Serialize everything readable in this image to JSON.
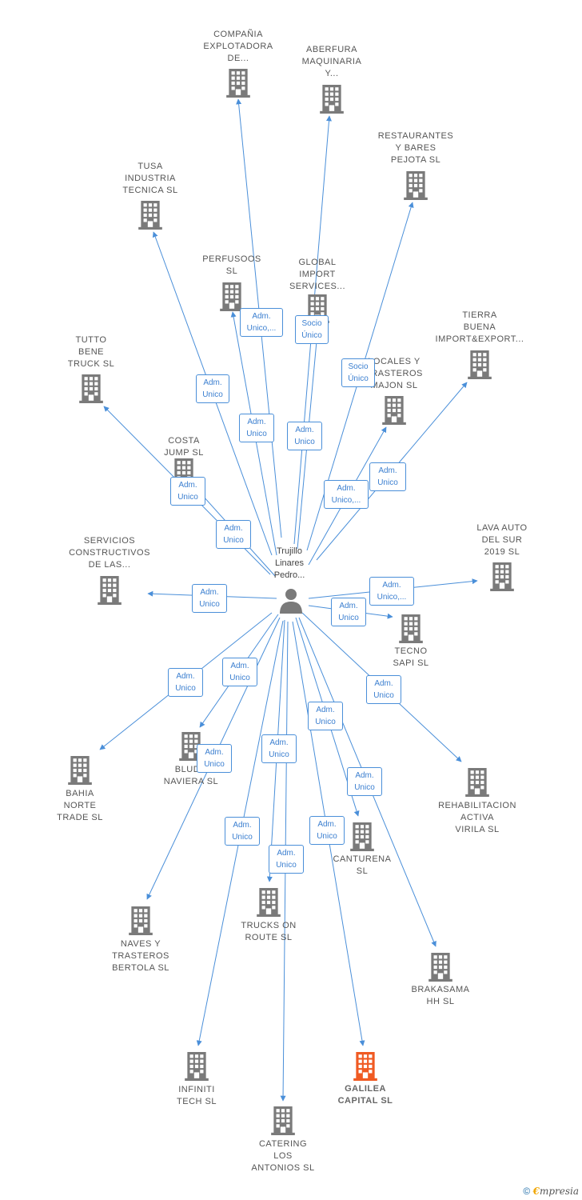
{
  "colors": {
    "edge": "#4a8fd9",
    "building": "#7a7a7a",
    "highlight": "#f05a22",
    "person": "#7a7a7a"
  },
  "center": {
    "name": "Trujillo\nLinares\nPedro...",
    "icon": "person-icon"
  },
  "nodes": [
    {
      "id": "compania",
      "label": "COMPAÑIA\nEXPLOTADORA\nDE...",
      "icon": "building-icon"
    },
    {
      "id": "aberfura",
      "label": "ABERFURA\nMAQUINARIA\nY...",
      "icon": "building-icon"
    },
    {
      "id": "restaurantes",
      "label": "RESTAURANTES\nY BARES\nPEJOTA SL",
      "icon": "building-icon"
    },
    {
      "id": "tusa",
      "label": "TUSA\nINDUSTRIA\nTECNICA SL",
      "icon": "building-icon"
    },
    {
      "id": "perfusoos",
      "label": "PERFUSOOS\nSL",
      "icon": "building-icon"
    },
    {
      "id": "global",
      "label": "GLOBAL\nIMPORT\nSERVICES...",
      "icon": "building-icon"
    },
    {
      "id": "tierra",
      "label": "TIERRA\nBUENA\nIMPORT&EXPORT...",
      "icon": "building-icon"
    },
    {
      "id": "tutto",
      "label": "TUTTO\nBENE\nTRUCK SL",
      "icon": "building-icon"
    },
    {
      "id": "locales",
      "label": "LOCALES Y\nTRASTEROS\nMAJON SL",
      "icon": "building-icon"
    },
    {
      "id": "costa",
      "label": "COSTA\nJUMP SL",
      "icon": "building-icon"
    },
    {
      "id": "servicios",
      "label": "SERVICIOS\nCONSTRUCTIVOS\nDE LAS...",
      "icon": "building-icon"
    },
    {
      "id": "lava",
      "label": "LAVA AUTO\nDEL SUR\n2019 SL",
      "icon": "building-icon"
    },
    {
      "id": "tecno",
      "label": "TECNO\nSAPI SL",
      "icon": "building-icon"
    },
    {
      "id": "bahia",
      "label": "BAHIA\nNORTE\nTRADE SL",
      "icon": "building-icon"
    },
    {
      "id": "bludo",
      "label": "BLUDO\nNAVIERA SL",
      "icon": "building-icon"
    },
    {
      "id": "rehab",
      "label": "REHABILITACION\nACTIVA\nVIRILA SL",
      "icon": "building-icon"
    },
    {
      "id": "canturena",
      "label": "CANTURENA\nSL",
      "icon": "building-icon"
    },
    {
      "id": "naves",
      "label": "NAVES Y\nTRASTEROS\nBERTOLA SL",
      "icon": "building-icon"
    },
    {
      "id": "trucks",
      "label": "TRUCKS ON\nROUTE SL",
      "icon": "building-icon"
    },
    {
      "id": "brakasama",
      "label": "BRAKASAMA\nHH SL",
      "icon": "building-icon"
    },
    {
      "id": "infiniti",
      "label": "INFINITI\nTECH SL",
      "icon": "building-icon"
    },
    {
      "id": "galilea",
      "label": "GALILEA\nCAPITAL SL",
      "icon": "building-icon",
      "highlight": true
    },
    {
      "id": "catering",
      "label": "CATERING\nLOS\nANTONIOS SL",
      "icon": "building-icon"
    }
  ],
  "edges": [
    {
      "target": "compania",
      "label": "Adm.\nUnico,..."
    },
    {
      "target": "aberfura",
      "label": "Socio\nÚnico"
    },
    {
      "target": "restaurantes",
      "label": "Socio\nÚnico"
    },
    {
      "target": "tusa",
      "label": "Adm.\nUnico"
    },
    {
      "target": "perfusoos",
      "label": "Adm.\nUnico"
    },
    {
      "target": "global",
      "label": "Adm.\nUnico"
    },
    {
      "target": "tierra",
      "label": "Adm.\nUnico"
    },
    {
      "target": "tutto",
      "label": "Adm.\nUnico"
    },
    {
      "target": "locales",
      "label": "Adm.\nUnico,..."
    },
    {
      "target": "costa",
      "label": "Adm.\nUnico"
    },
    {
      "target": "servicios",
      "label": "Adm.\nUnico"
    },
    {
      "target": "lava",
      "label": "Adm.\nUnico,..."
    },
    {
      "target": "tecno",
      "label": "Adm.\nUnico"
    },
    {
      "target": "bahia",
      "label": "Adm.\nUnico"
    },
    {
      "target": "bludo",
      "label": "Adm.\nUnico"
    },
    {
      "target": "rehab",
      "label": "Adm.\nUnico"
    },
    {
      "target": "canturena",
      "label": "Adm.\nUnico"
    },
    {
      "target": "naves",
      "label": "Adm.\nUnico"
    },
    {
      "target": "trucks",
      "label": "Adm.\nUnico"
    },
    {
      "target": "brakasama",
      "label": "Adm.\nUnico"
    },
    {
      "target": "infiniti",
      "label": "Adm.\nUnico"
    },
    {
      "target": "galilea",
      "label": "Adm.\nUnico"
    },
    {
      "target": "catering",
      "label": "Adm.\nUnico"
    }
  ],
  "footer": {
    "copyright_symbol": "©",
    "brand_initial": "€",
    "brand_rest": "mpresia"
  }
}
